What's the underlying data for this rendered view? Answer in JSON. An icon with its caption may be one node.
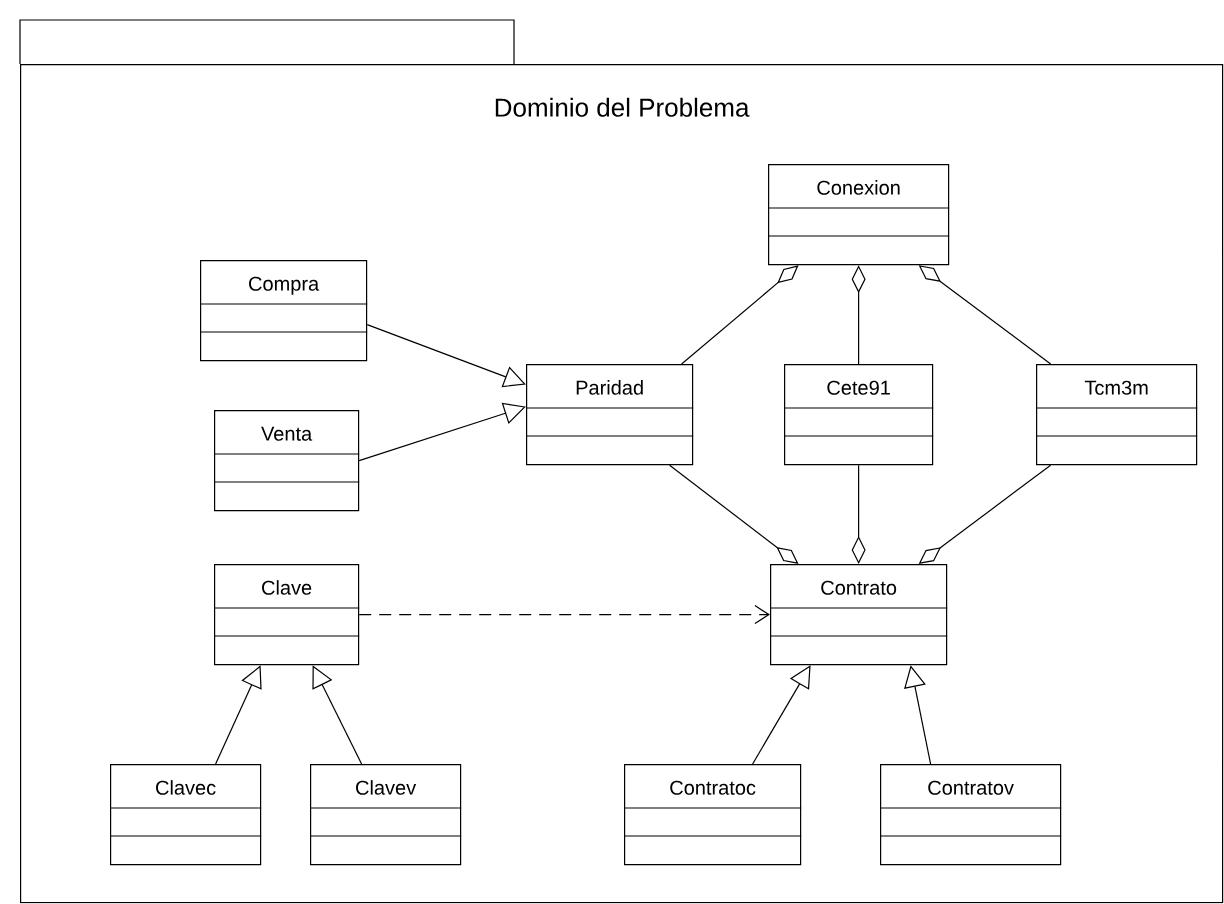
{
  "diagram": {
    "nodes": [
      {
        "text": [
          "Dominio del Problema"
        ]
      },
      {
        "text": [
          "Conexion"
        ],
        "in": 0
      },
      {
        "text": [
          "Compra"
        ],
        "in": 0
      },
      {
        "text": [
          "Paridad"
        ],
        "in": 0
      },
      {
        "text": [
          "Cete91"
        ],
        "in": 0
      },
      {
        "text": [
          "Tcm3m"
        ],
        "in": 0
      },
      {
        "text": [
          "Venta"
        ],
        "in": 0
      },
      {
        "text": [
          "Clave"
        ],
        "in": 0
      },
      {
        "text": [
          "Contrato"
        ],
        "in": 0
      },
      {
        "text": [
          "Clavec"
        ],
        "in": 0
      },
      {
        "text": [
          "Clavev"
        ],
        "in": 0
      },
      {
        "text": [
          "Contratoc"
        ],
        "in": 0
      },
      {
        "text": [
          "Contratov"
        ],
        "in": 0
      }
    ],
    "edges": [
      {
        "from": 2,
        "to": 3,
        "arrow": "to"
      },
      {
        "from": 6,
        "to": 3,
        "arrow": "to"
      },
      {
        "from": 3,
        "to": 1,
        "arrow": "other"
      },
      {
        "from": 4,
        "to": 1,
        "arrow": "other"
      },
      {
        "from": 5,
        "to": 1,
        "arrow": "other"
      },
      {
        "from": 3,
        "to": 8,
        "arrow": "other"
      },
      {
        "from": 4,
        "to": 8,
        "arrow": "other"
      },
      {
        "from": 5,
        "to": 8,
        "arrow": "other"
      },
      {
        "from": 7,
        "to": 8,
        "arrow": "to",
        "style": "dashed"
      },
      {
        "from": 9,
        "to": 7,
        "arrow": "to"
      },
      {
        "from": 10,
        "to": 7,
        "arrow": "to"
      },
      {
        "from": 11,
        "to": 8,
        "arrow": "to"
      },
      {
        "from": 12,
        "to": 8,
        "arrow": "to"
      }
    ]
  }
}
